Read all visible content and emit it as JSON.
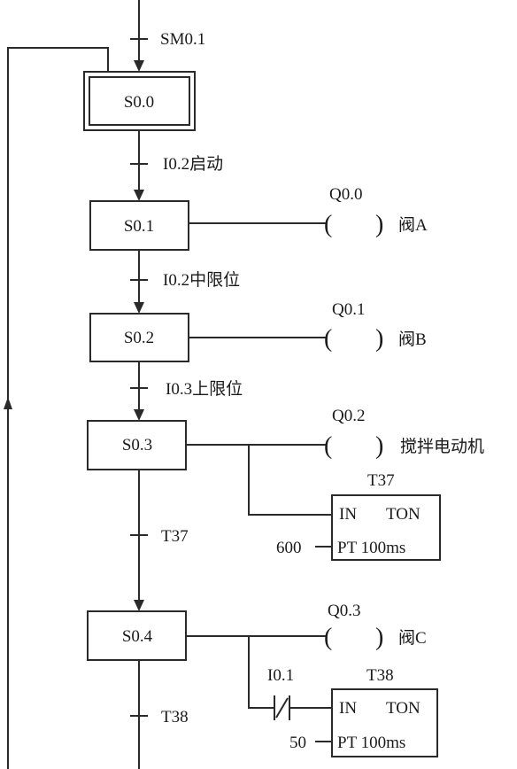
{
  "initial_step": {
    "label": "S0.0",
    "transition_in": "SM0.1"
  },
  "steps": [
    {
      "id": "s01",
      "label": "S0.1",
      "transition_in": "I0.2启动",
      "coil": "Q0.0",
      "coil_desc": "阀A"
    },
    {
      "id": "s02",
      "label": "S0.2",
      "transition_in": "I0.2中限位",
      "coil": "Q0.1",
      "coil_desc": "阀B"
    },
    {
      "id": "s03",
      "label": "S0.3",
      "transition_in": "I0.3上限位",
      "coil": "Q0.2",
      "coil_desc": "搅拌电动机"
    },
    {
      "id": "s04",
      "label": "S0.4",
      "transition_in": "T37",
      "coil": "Q0.3",
      "coil_desc": "阀C"
    }
  ],
  "timers": [
    {
      "id": "t37",
      "name": "T37",
      "in": "IN",
      "type": "TON",
      "pt": "PT 100ms",
      "preset": "600"
    },
    {
      "id": "t38",
      "name": "T38",
      "in": "IN",
      "type": "TON",
      "pt": "PT 100ms",
      "preset": "50",
      "contact": "I0.1"
    }
  ],
  "final_transition": "T38"
}
